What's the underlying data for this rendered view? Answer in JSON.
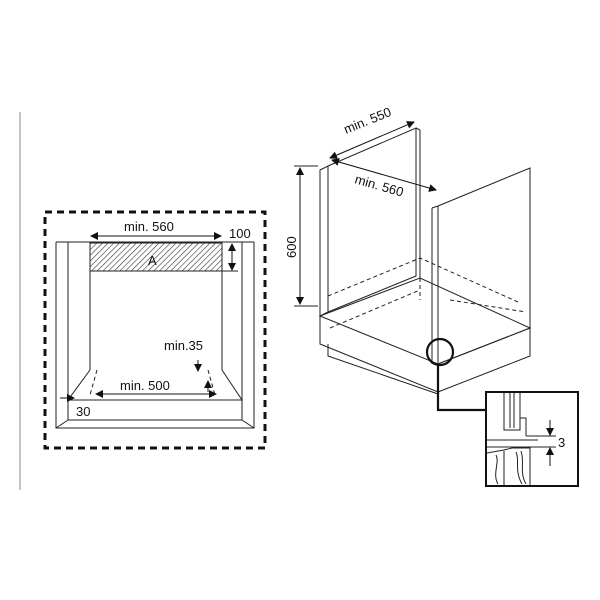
{
  "front_view": {
    "width_top": "min. 560",
    "zone_label": "A",
    "zone_height": "100",
    "vent_gap": "min.35",
    "width_bottom": "min. 500",
    "side_offset": "30"
  },
  "perspective_view": {
    "depth": "min. 550",
    "inner_width": "min. 560",
    "height": "600"
  },
  "detail_view": {
    "gap": "3"
  },
  "colors": {
    "line": "#222222",
    "hatch": "#333333",
    "background": "#ffffff"
  }
}
